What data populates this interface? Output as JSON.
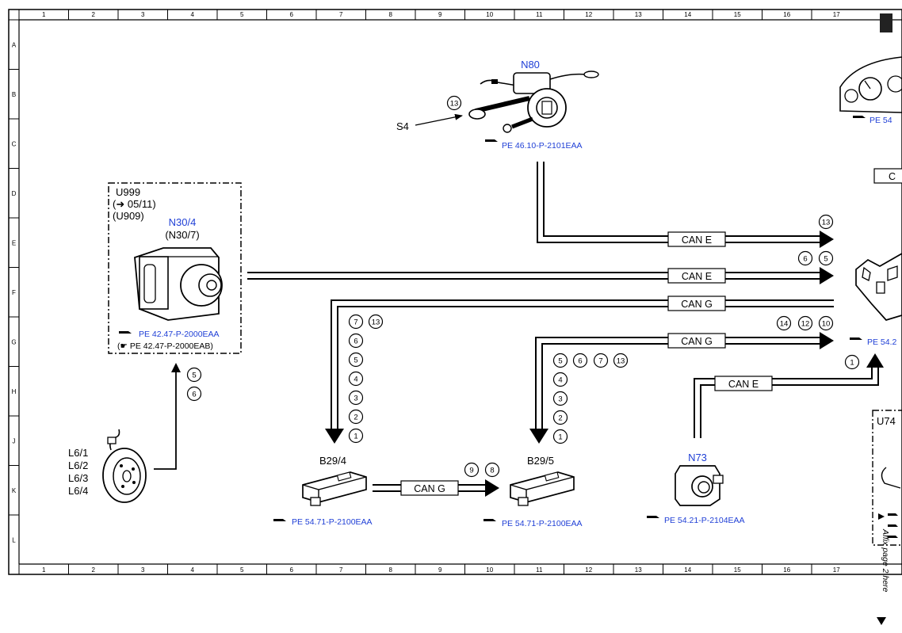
{
  "grid": {
    "columns": [
      "1",
      "2",
      "3",
      "4",
      "5",
      "6",
      "7",
      "8",
      "9",
      "10",
      "11",
      "12",
      "13",
      "14",
      "15",
      "16",
      "17"
    ],
    "rows": [
      "A",
      "B",
      "C",
      "D",
      "E",
      "F",
      "G",
      "H",
      "J",
      "K",
      "L"
    ]
  },
  "components": {
    "n80": {
      "code": "N80",
      "ref": "PE 46.10-P-2101EAA"
    },
    "s4": {
      "code": "S4"
    },
    "n30_4": {
      "code": "N30/4",
      "alt": "(N30/7)",
      "variant1": "U999",
      "variant2": "(➜ 05/11)",
      "variant3": "(U909)",
      "ref1": "PE 42.47-P-2000EAA",
      "ref2": "(☛ PE 42.47-P-2000EAB)"
    },
    "b29_4": {
      "code": "B29/4",
      "ref": "PE 54.71-P-2100EAA"
    },
    "b29_5": {
      "code": "B29/5",
      "ref": "PE 54.71-P-2100EAA"
    },
    "n73": {
      "code": "N73",
      "ref": "PE 54.21-P-2104EAA"
    },
    "l6": {
      "codes": [
        "L6/1",
        "L6/2",
        "L6/3",
        "L6/4"
      ]
    },
    "cluster": {
      "ref": "PE 54"
    },
    "right_module": {
      "ref": "PE 54.2"
    },
    "u74": {
      "code": "U74"
    }
  },
  "buses": {
    "can_e_1": "CAN E",
    "can_e_2": "CAN E",
    "can_g_1": "CAN G",
    "can_g_2": "CAN G",
    "can_e_3": "CAN E",
    "can_g_3": "CAN G"
  },
  "pins": {
    "s4": [
      "13"
    ],
    "can_e_1": [
      "13"
    ],
    "can_e_2": [
      "6",
      "5"
    ],
    "can_g_2": [
      "14",
      "12",
      "10"
    ],
    "n73_up": [
      "1"
    ],
    "abs_down": [
      "5",
      "6"
    ],
    "b29_4_top": [
      "7",
      "13"
    ],
    "b29_4_col": [
      "6",
      "5",
      "4",
      "3",
      "2",
      "1"
    ],
    "b29_5_top": [
      "5",
      "6",
      "7",
      "13"
    ],
    "b29_5_col": [
      "4",
      "3",
      "2",
      "1"
    ],
    "b29_link": [
      "9",
      "8"
    ]
  },
  "side_note": "Affix page 2 here"
}
